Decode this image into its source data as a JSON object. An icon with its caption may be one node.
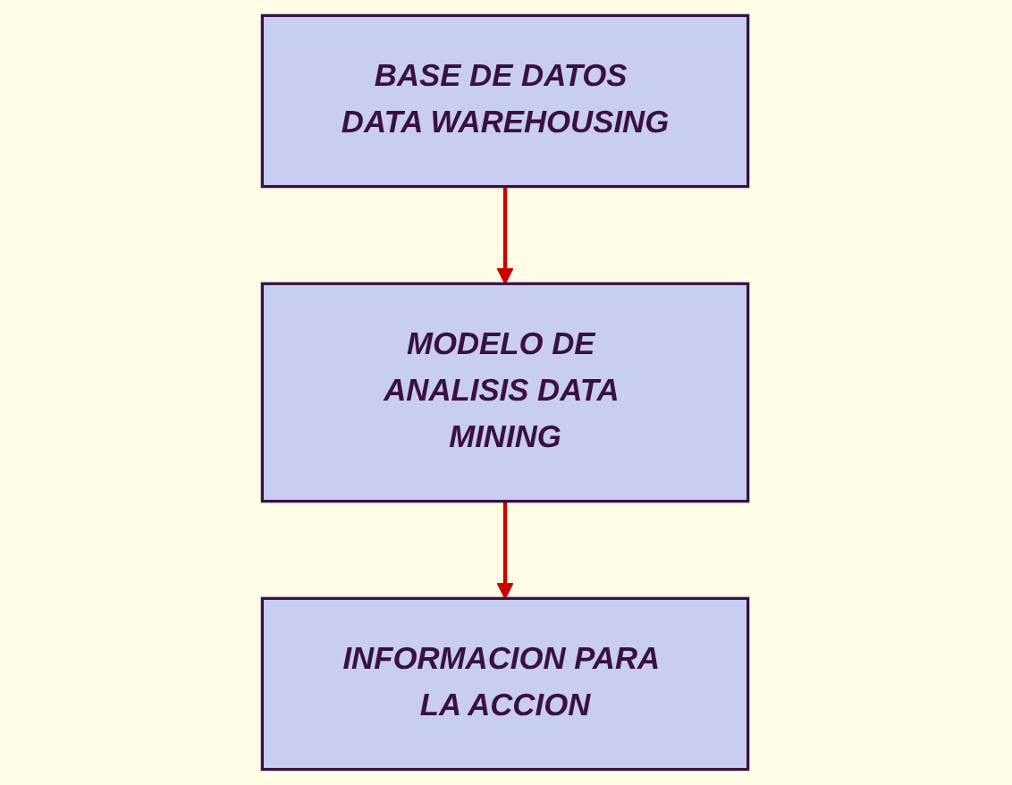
{
  "diagram": {
    "nodes": [
      {
        "text": [
          "BASE DE DATOS DATA WAREHOUSING"
        ]
      },
      {
        "text": [
          "MODELO DE ANALISIS DATA MINING"
        ]
      },
      {
        "text": [
          "INFORMACION PARA LA ACCION"
        ]
      }
    ],
    "edges": [
      {
        "from": 0,
        "to": 1,
        "arrow": "to"
      },
      {
        "from": 1,
        "to": 2,
        "arrow": "to"
      }
    ]
  }
}
